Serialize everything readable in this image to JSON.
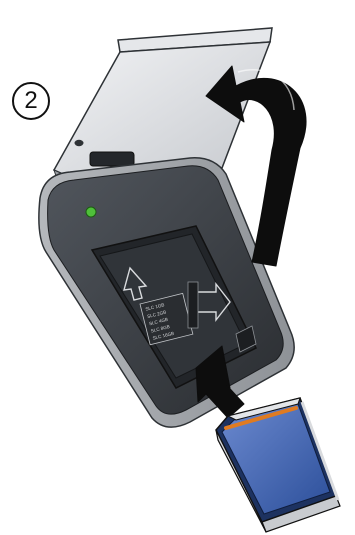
{
  "step": {
    "number": "2"
  },
  "card_slot_label": {
    "lines": [
      "SLC 1GB",
      "SLC 2GB",
      "SLC 4GB",
      "SLC 8GB",
      "SLC 16GB"
    ]
  },
  "colors": {
    "led": "#4fbf3a",
    "card_body": "#4a6db8",
    "card_stripe": "#e07b21",
    "device_body": "#3b3f45",
    "lid": "#d7d9dc"
  },
  "icons": {
    "step": "circled-number",
    "slot_arrow": "up-arrow-icon",
    "insert_arrow": "right-arrow-icon",
    "rotate_arrow": "curved-arrow-icon",
    "push_arrow": "push-arrow-icon"
  }
}
